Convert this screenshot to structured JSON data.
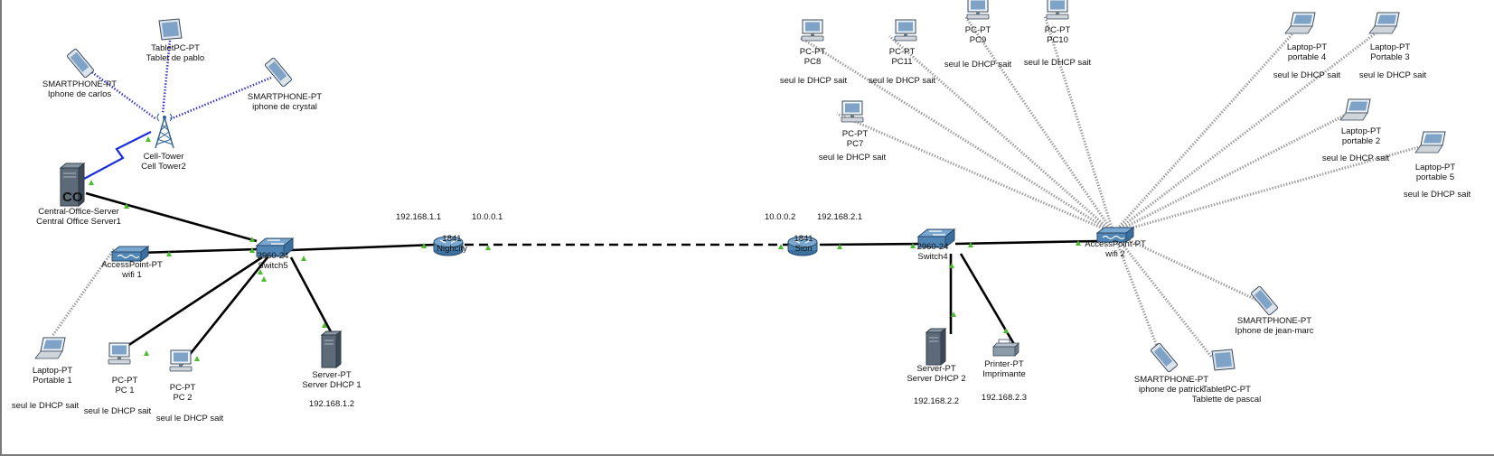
{
  "colors": {
    "ethernet": "#000000",
    "serial": "#000000",
    "wireless": "#9a9a9a",
    "cell_wireless": "#2e2ed4",
    "coax": "#1a2ee0",
    "link_up": "#4cbb2c"
  },
  "devices": {
    "tablet_pablo": {
      "icon": "tablet-icon",
      "type": "TabletPC-PT",
      "name": "Tablet de pablo"
    },
    "phone_carlos": {
      "icon": "smartphone-icon",
      "type": "SMARTPHONE-PT",
      "name": "Iphone de carlos"
    },
    "phone_crystal": {
      "icon": "smartphone-icon",
      "type": "SMARTPHONE-PT",
      "name": "iphone de crystal"
    },
    "cell_tower": {
      "icon": "cell-tower-icon",
      "type": "Cell-Tower",
      "name": "Cell Tower2"
    },
    "co_server": {
      "icon": "central-office-server-icon",
      "type": "Central-Office-Server",
      "name": "Central Office Server1"
    },
    "wifi1": {
      "icon": "access-point-icon",
      "type": "AccessPoint-PT",
      "name": "wifi 1"
    },
    "switch5": {
      "icon": "switch-icon",
      "type": "2960-24",
      "name": "Switch5"
    },
    "laptop_p1": {
      "icon": "laptop-icon",
      "type": "Laptop-PT",
      "name": "Portable 1",
      "note": "seul le DHCP sait"
    },
    "pc1": {
      "icon": "pc-icon",
      "type": "PC-PT",
      "name": "PC 1",
      "note": "seul le DHCP sait"
    },
    "pc2": {
      "icon": "pc-icon",
      "type": "PC-PT",
      "name": "PC 2",
      "note": "seul le DHCP sait"
    },
    "server_dhcp1": {
      "icon": "server-icon",
      "type": "Server-PT",
      "name": "Server DHCP 1",
      "ip": "192.168.1.2"
    },
    "router_nighcity": {
      "icon": "router-icon",
      "type": "1841",
      "name": "Nighcity",
      "ip_lan": "192.168.1.1",
      "ip_wan": "10.0.0.1"
    },
    "router_sion": {
      "icon": "router-icon",
      "type": "1841",
      "name": "Sion",
      "ip_wan": "10.0.0.2",
      "ip_lan": "192.168.2.1"
    },
    "switch4": {
      "icon": "switch-icon",
      "type": "2960-24",
      "name": "Switch4"
    },
    "server_dhcp2": {
      "icon": "server-icon",
      "type": "Server-PT",
      "name": "Server DHCP 2",
      "ip": "192.168.2.2"
    },
    "printer": {
      "icon": "printer-icon",
      "type": "Printer-PT",
      "name": "Imprimante",
      "ip": "192.168.2.3"
    },
    "wifi2": {
      "icon": "access-point-icon",
      "type": "AccessPoint-PT",
      "name": "wifi 2"
    },
    "pc8": {
      "icon": "pc-icon",
      "type": "PC-PT",
      "name": "PC8",
      "note": "seul le DHCP sait"
    },
    "pc11": {
      "icon": "pc-icon",
      "type": "PC-PT",
      "name": "PC11",
      "note": "seul le DHCP sait"
    },
    "pc9": {
      "icon": "pc-icon",
      "type": "PC-PT",
      "name": "PC9",
      "note": "seul le DHCP sait"
    },
    "pc10": {
      "icon": "pc-icon",
      "type": "PC-PT",
      "name": "PC10",
      "note": "seul le DHCP sait"
    },
    "pc7": {
      "icon": "pc-icon",
      "type": "PC-PT",
      "name": "PC7",
      "note": "seul le DHCP sait"
    },
    "laptop_p4": {
      "icon": "laptop-icon",
      "type": "Laptop-PT",
      "name": "portable 4",
      "note": "seul le DHCP sait"
    },
    "laptop_p3": {
      "icon": "laptop-icon",
      "type": "Laptop-PT",
      "name": "Portable 3",
      "note": "seul le DHCP sait"
    },
    "laptop_p2": {
      "icon": "laptop-icon",
      "type": "Laptop-PT",
      "name": "portable 2",
      "note": "seul le DHCP sait"
    },
    "laptop_p5": {
      "icon": "laptop-icon",
      "type": "Laptop-PT",
      "name": "portable 5",
      "note": "seul le DHCP sait"
    },
    "phone_jeanmarc": {
      "icon": "smartphone-icon",
      "type": "SMARTPHONE-PT",
      "name": "Iphone de jean-marc"
    },
    "phone_patrick": {
      "icon": "smartphone-icon",
      "type": "SMARTPHONE-PT",
      "name": "iphone de patrick"
    },
    "tablet_pascal": {
      "icon": "tablet-icon",
      "type": "TabletPC-PT",
      "name": "Tablette de pascal"
    }
  }
}
